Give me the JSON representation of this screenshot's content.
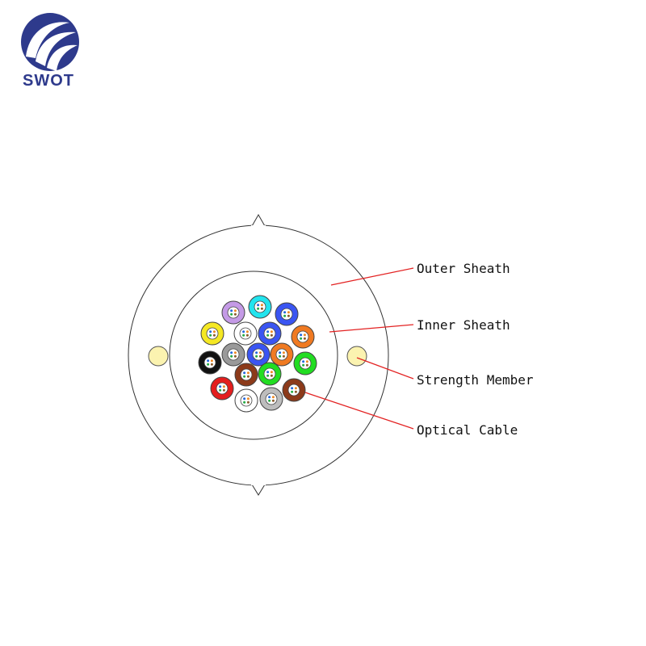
{
  "brand": {
    "name": "SWOT",
    "color": "#2E3A8C"
  },
  "labels": {
    "outer_sheath": "Outer Sheath",
    "inner_sheath": "Inner Sheath",
    "strength_member": "Strength Member",
    "optical_cable": "Optical Cable"
  },
  "colors": {
    "leader_line": "#E32222",
    "strength_member_fill": "#FBF3B0",
    "outline": "#333333"
  },
  "optical_units": [
    "#C49AE6",
    "#22E4EE",
    "#3A55F2",
    "#F5E824",
    "#FFFFFF",
    "#3A55F2",
    "#F07A22",
    "#111111",
    "#9A9A9A",
    "#3A55F2",
    "#F07A22",
    "#22DD22",
    "#8C3A1A",
    "#22DD22",
    "#E41E1E",
    "#FFFFFF",
    "#BDBDBD",
    "#8C3A1A"
  ]
}
